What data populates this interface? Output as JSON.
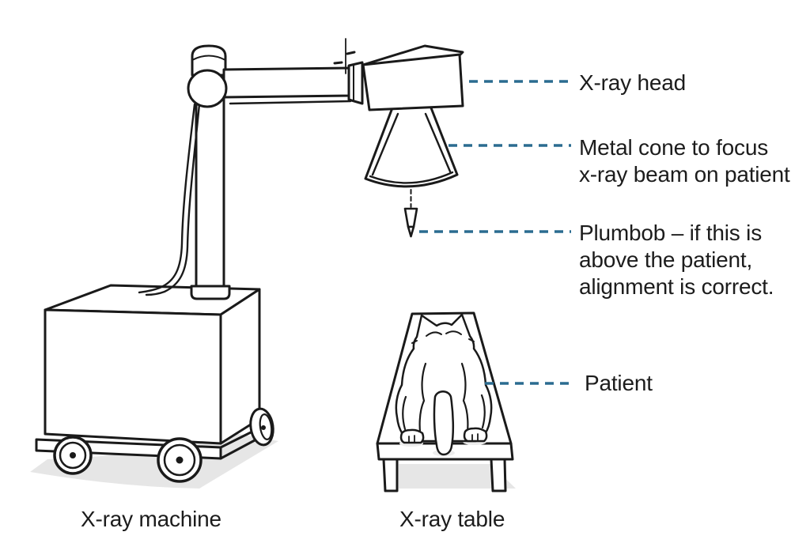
{
  "figures": [
    "xray-machine",
    "xray-head",
    "metal-cone",
    "plumbob",
    "patient-cat",
    "xray-table"
  ],
  "colors": {
    "ink": "#1a1a1a",
    "leader_dash": "#2B6C90",
    "shadow": "#E6E6E6",
    "paw_shadow": "#EDEDED",
    "background": "#FFFFFF"
  },
  "callouts": {
    "xray_head": {
      "label": "X-ray head"
    },
    "metal_cone": {
      "line1": "Metal cone to focus",
      "line2": "x-ray beam on patient"
    },
    "plumbob": {
      "line1": "Plumbob – if this is",
      "line2": "above the patient,",
      "line3": "alignment is correct."
    },
    "patient": {
      "label": "Patient"
    }
  },
  "captions": {
    "machine": "X-ray machine",
    "table": "X-ray table"
  }
}
